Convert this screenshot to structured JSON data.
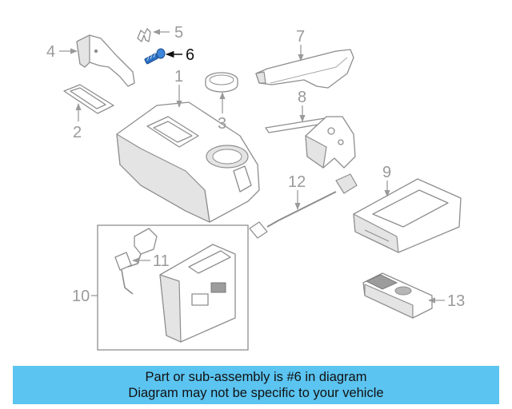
{
  "diagram": {
    "callouts": {
      "c1": "1",
      "c2": "2",
      "c3": "3",
      "c4": "4",
      "c5": "5",
      "c6": "6",
      "c7": "7",
      "c8": "8",
      "c9": "9",
      "c10": "10",
      "c11": "11",
      "c12": "12",
      "c13": "13"
    },
    "highlighted_part": "6",
    "colors": {
      "highlight_part": "#2a6fc4",
      "line": "#8e8e8e",
      "banner": "#5bc4f1"
    }
  },
  "banner": {
    "line1": "Part or sub-assembly is #6 in diagram",
    "line2": "Diagram may not be specific to your vehicle"
  }
}
